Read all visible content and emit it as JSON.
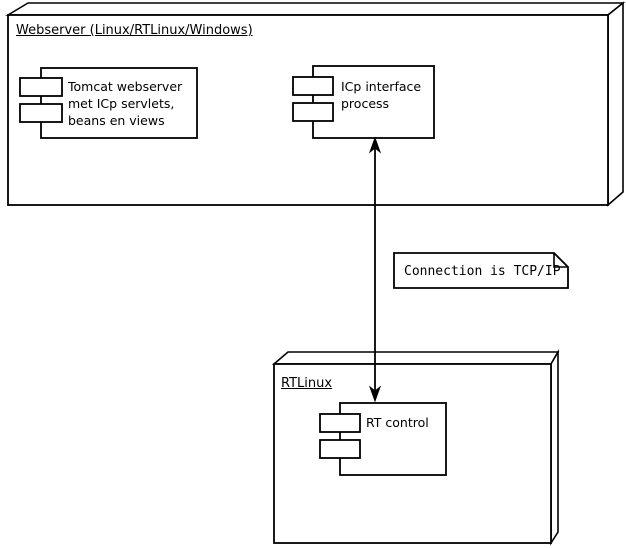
{
  "diagram": {
    "type": "uml-deployment-diagram",
    "background_color": "#ffffff",
    "line_color": "#000000"
  },
  "nodes": [
    {
      "id": "webserver",
      "label": "Webserver (Linux/RTLinux/Windows)",
      "components": [
        {
          "id": "tomcat",
          "label": "Tomcat webserver\nmet ICp servlets,\nbeans en views"
        },
        {
          "id": "icp-interface",
          "label": "ICp interface\nprocess"
        }
      ]
    },
    {
      "id": "rtlinux",
      "label": "RTLinux",
      "components": [
        {
          "id": "rt-control",
          "label": "RT control"
        }
      ]
    }
  ],
  "connections": [
    {
      "id": "tcpip-connection",
      "from": "rt-control",
      "to": "icp-interface",
      "style": "bidirectional-arrow",
      "note": "Connection is TCP/IP"
    }
  ],
  "note": {
    "text": "Connection is TCP/IP"
  }
}
